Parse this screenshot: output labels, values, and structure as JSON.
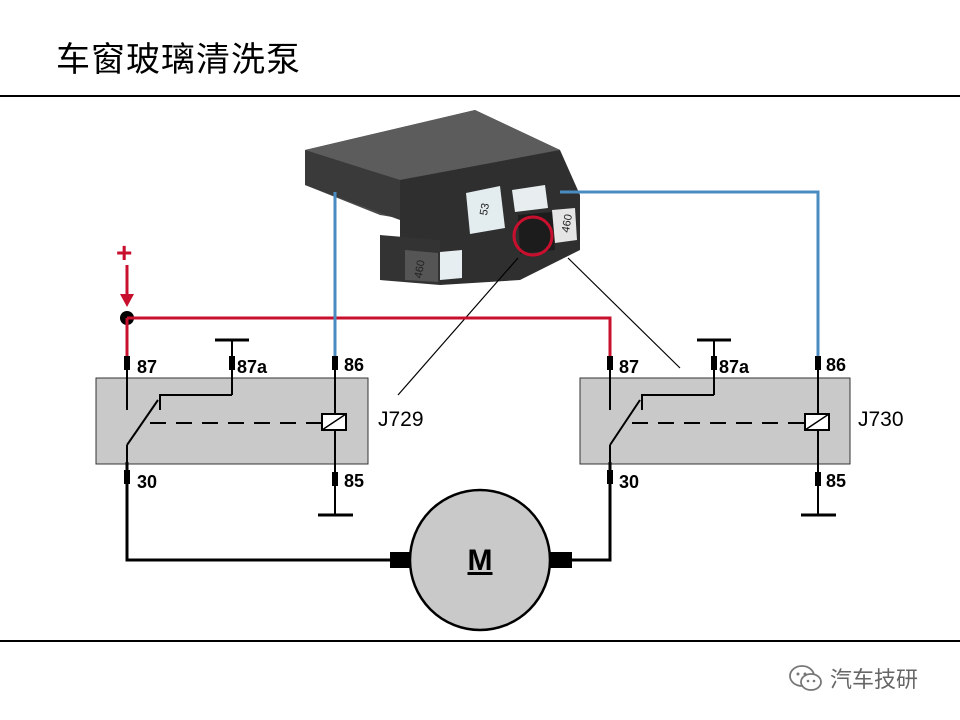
{
  "title": "车窗玻璃清洗泵",
  "supply": {
    "plus_symbol": "+"
  },
  "relays": [
    {
      "label": "J729",
      "pins": {
        "p87": "87",
        "p87a": "87a",
        "p86": "86",
        "p30": "30",
        "p85": "85"
      }
    },
    {
      "label": "J730",
      "pins": {
        "p87": "87",
        "p87a": "87a",
        "p86": "86",
        "p30": "30",
        "p85": "85"
      }
    }
  ],
  "motor": {
    "label": "M"
  },
  "module": {
    "relay_no_left": "460",
    "relay_no_mid": "53",
    "relay_no_right": "460"
  },
  "watermark": {
    "text": "汽车技研"
  },
  "colors": {
    "positive_wire": "#c8102e",
    "control_wire": "#4a8bc2",
    "relay_body": "#c9c9c9",
    "motor_body": "#c9c9c9"
  }
}
